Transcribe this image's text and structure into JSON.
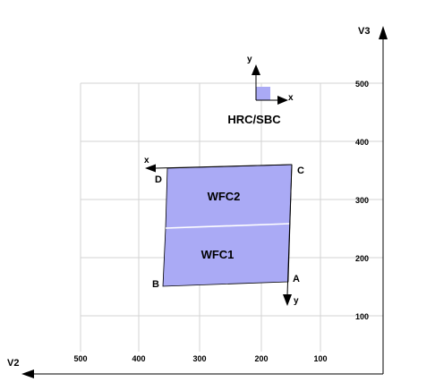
{
  "colors": {
    "detector_fill": "#aaaaf5",
    "grid": "#d3d3d3",
    "axis": "#000000",
    "background": "#ffffff"
  },
  "axes": {
    "v2_label": "V2",
    "v3_label": "V3",
    "v2_ticks": [
      "500",
      "400",
      "300",
      "200",
      "100"
    ],
    "v3_ticks": [
      "500",
      "400",
      "300",
      "200",
      "100"
    ]
  },
  "detectors": {
    "wfc2_label": "WFC2",
    "wfc1_label": "WFC1",
    "hrc_label": "HRC/SBC"
  },
  "corners": {
    "a": "A",
    "b": "B",
    "c": "C",
    "d": "D"
  },
  "wfc_axes": {
    "x_label": "x",
    "y_label": "y"
  },
  "hrc_axes": {
    "x_label": "x",
    "y_label": "y"
  }
}
